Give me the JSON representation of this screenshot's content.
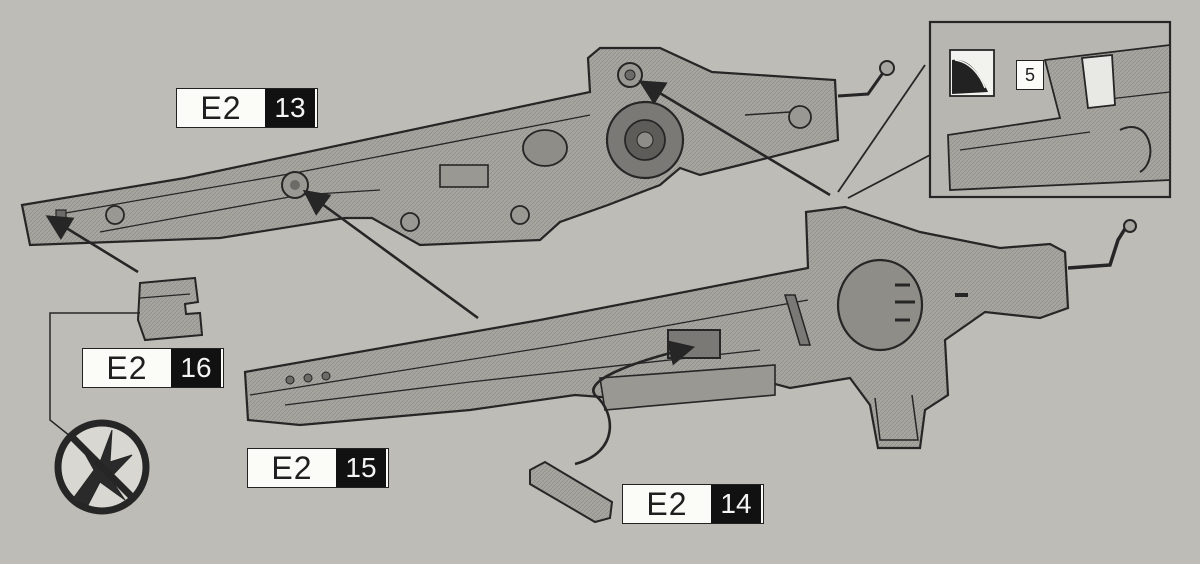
{
  "labels": {
    "part_13": {
      "runner": "E2",
      "number": "13"
    },
    "part_14": {
      "runner": "E2",
      "number": "14"
    },
    "part_15": {
      "runner": "E2",
      "number": "15"
    },
    "part_16": {
      "runner": "E2",
      "number": "16"
    }
  },
  "inset": {
    "step_number": "5"
  },
  "icons": {
    "no_cutting_symbol": "no-nipper-icon",
    "sticker_corner": "sticker-peel-icon"
  },
  "colors": {
    "background": "#bdbcb7",
    "part_fill": "#a7a5a0",
    "line": "#262626",
    "label_number_bg": "#111111"
  }
}
